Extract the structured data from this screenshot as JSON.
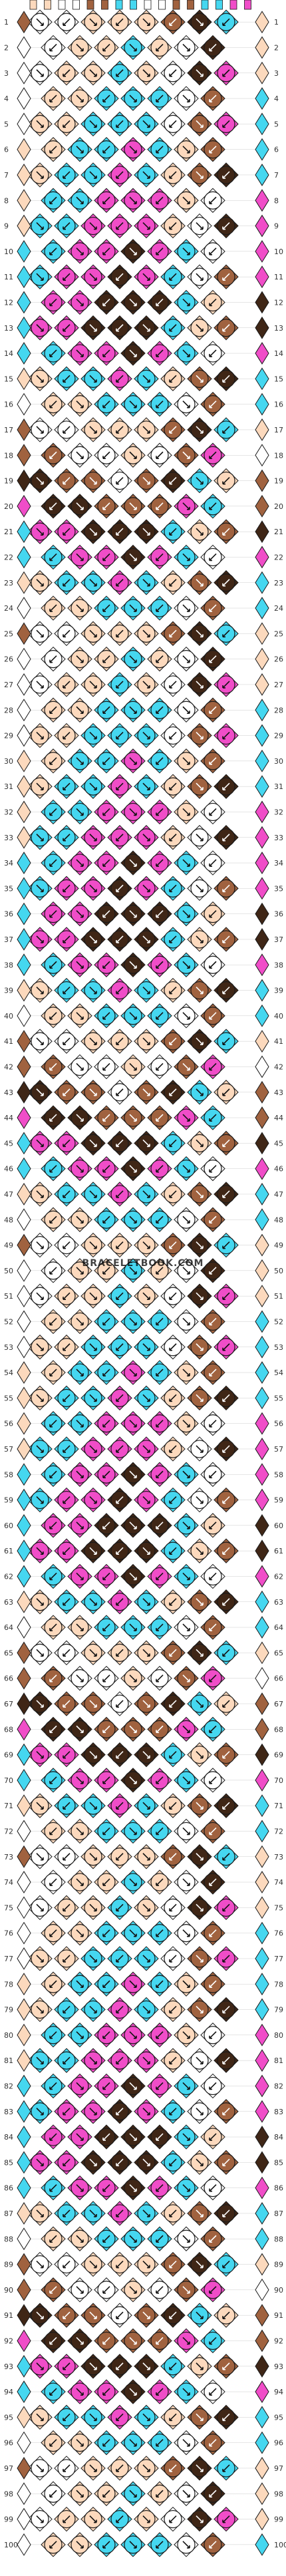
{
  "watermark": "BRACELETBOOK.COM",
  "row_labels": [
    "1",
    "2",
    "3",
    "4",
    "5",
    "6",
    "7",
    "8",
    "9",
    "10",
    "11",
    "12",
    "13",
    "14",
    "15",
    "16",
    "17",
    "18",
    "19",
    "20",
    "21",
    "22",
    "23",
    "24",
    "25",
    "26",
    "27",
    "28",
    "29",
    "30",
    "31",
    "32",
    "33",
    "34",
    "35",
    "36",
    "37",
    "38",
    "39",
    "40",
    "41",
    "42",
    "43",
    "44",
    "45",
    "46",
    "47",
    "48",
    "49",
    "50",
    "51",
    "52",
    "53",
    "54",
    "55",
    "56",
    "57",
    "58",
    "59",
    "60",
    "61",
    "62",
    "63",
    "64",
    "65",
    "66",
    "67",
    "68",
    "69",
    "70",
    "71",
    "72",
    "73",
    "74",
    "75",
    "76",
    "77",
    "78",
    "79",
    "80",
    "81",
    "82",
    "83",
    "84",
    "85",
    "86",
    "87",
    "88",
    "89",
    "90",
    "91",
    "92",
    "93",
    "94",
    "95",
    "96",
    "97",
    "98",
    "99",
    "100"
  ],
  "colors": {
    "pink": "#f04dc8",
    "cyan": "#45d7f0",
    "peach": "#fcd9bd",
    "white": "#ffffff",
    "brown": "#a0623f",
    "dark_brown": "#3f2616",
    "outline": "#1a1a1a",
    "grid_line": "#cccccc"
  },
  "strings_top": [
    "peach",
    "peach",
    "white",
    "white",
    "brown",
    "brown",
    "cyan",
    "cyan",
    "white",
    "white",
    "brown",
    "brown",
    "cyan",
    "cyan",
    "pink",
    "pink"
  ],
  "palette_cycle": [
    "pink",
    "cyan",
    "peach",
    "white",
    "brown",
    "dark_brown"
  ],
  "symbols": [
    "arrow-down-right",
    "arrow-down-left",
    "arrow-right-down",
    "arrow-left-down"
  ]
}
